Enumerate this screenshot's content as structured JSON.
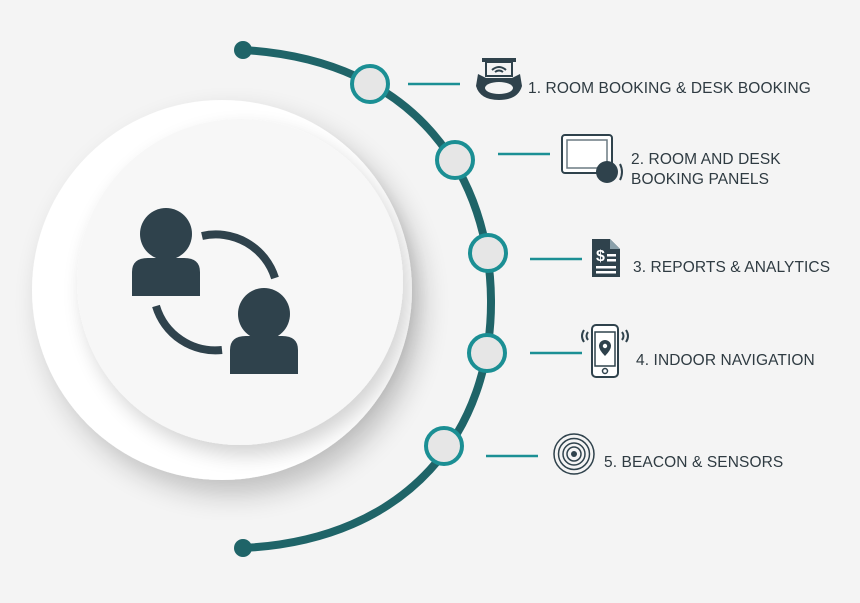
{
  "colors": {
    "background": "#f4f4f4",
    "arc": "#1f6468",
    "node_ring": "#1b8f94",
    "node_fill": "#e6e6e6",
    "icon_dark": "#2f424c",
    "text": "#2f3b42"
  },
  "center": {
    "icon": "people-exchange-icon"
  },
  "items": [
    {
      "label_lines": [
        "1. ROOM BOOKING & DESK BOOKING"
      ],
      "icon": "meeting-room-icon"
    },
    {
      "label_lines": [
        "2. ROOM AND DESK",
        "BOOKING PANELS"
      ],
      "icon": "tablet-panel-icon"
    },
    {
      "label_lines": [
        "3. REPORTS & ANALYTICS"
      ],
      "icon": "report-document-icon"
    },
    {
      "label_lines": [
        "4. INDOOR NAVIGATION"
      ],
      "icon": "phone-location-icon"
    },
    {
      "label_lines": [
        "5. BEACON & SENSORS"
      ],
      "icon": "beacon-signal-icon"
    }
  ]
}
